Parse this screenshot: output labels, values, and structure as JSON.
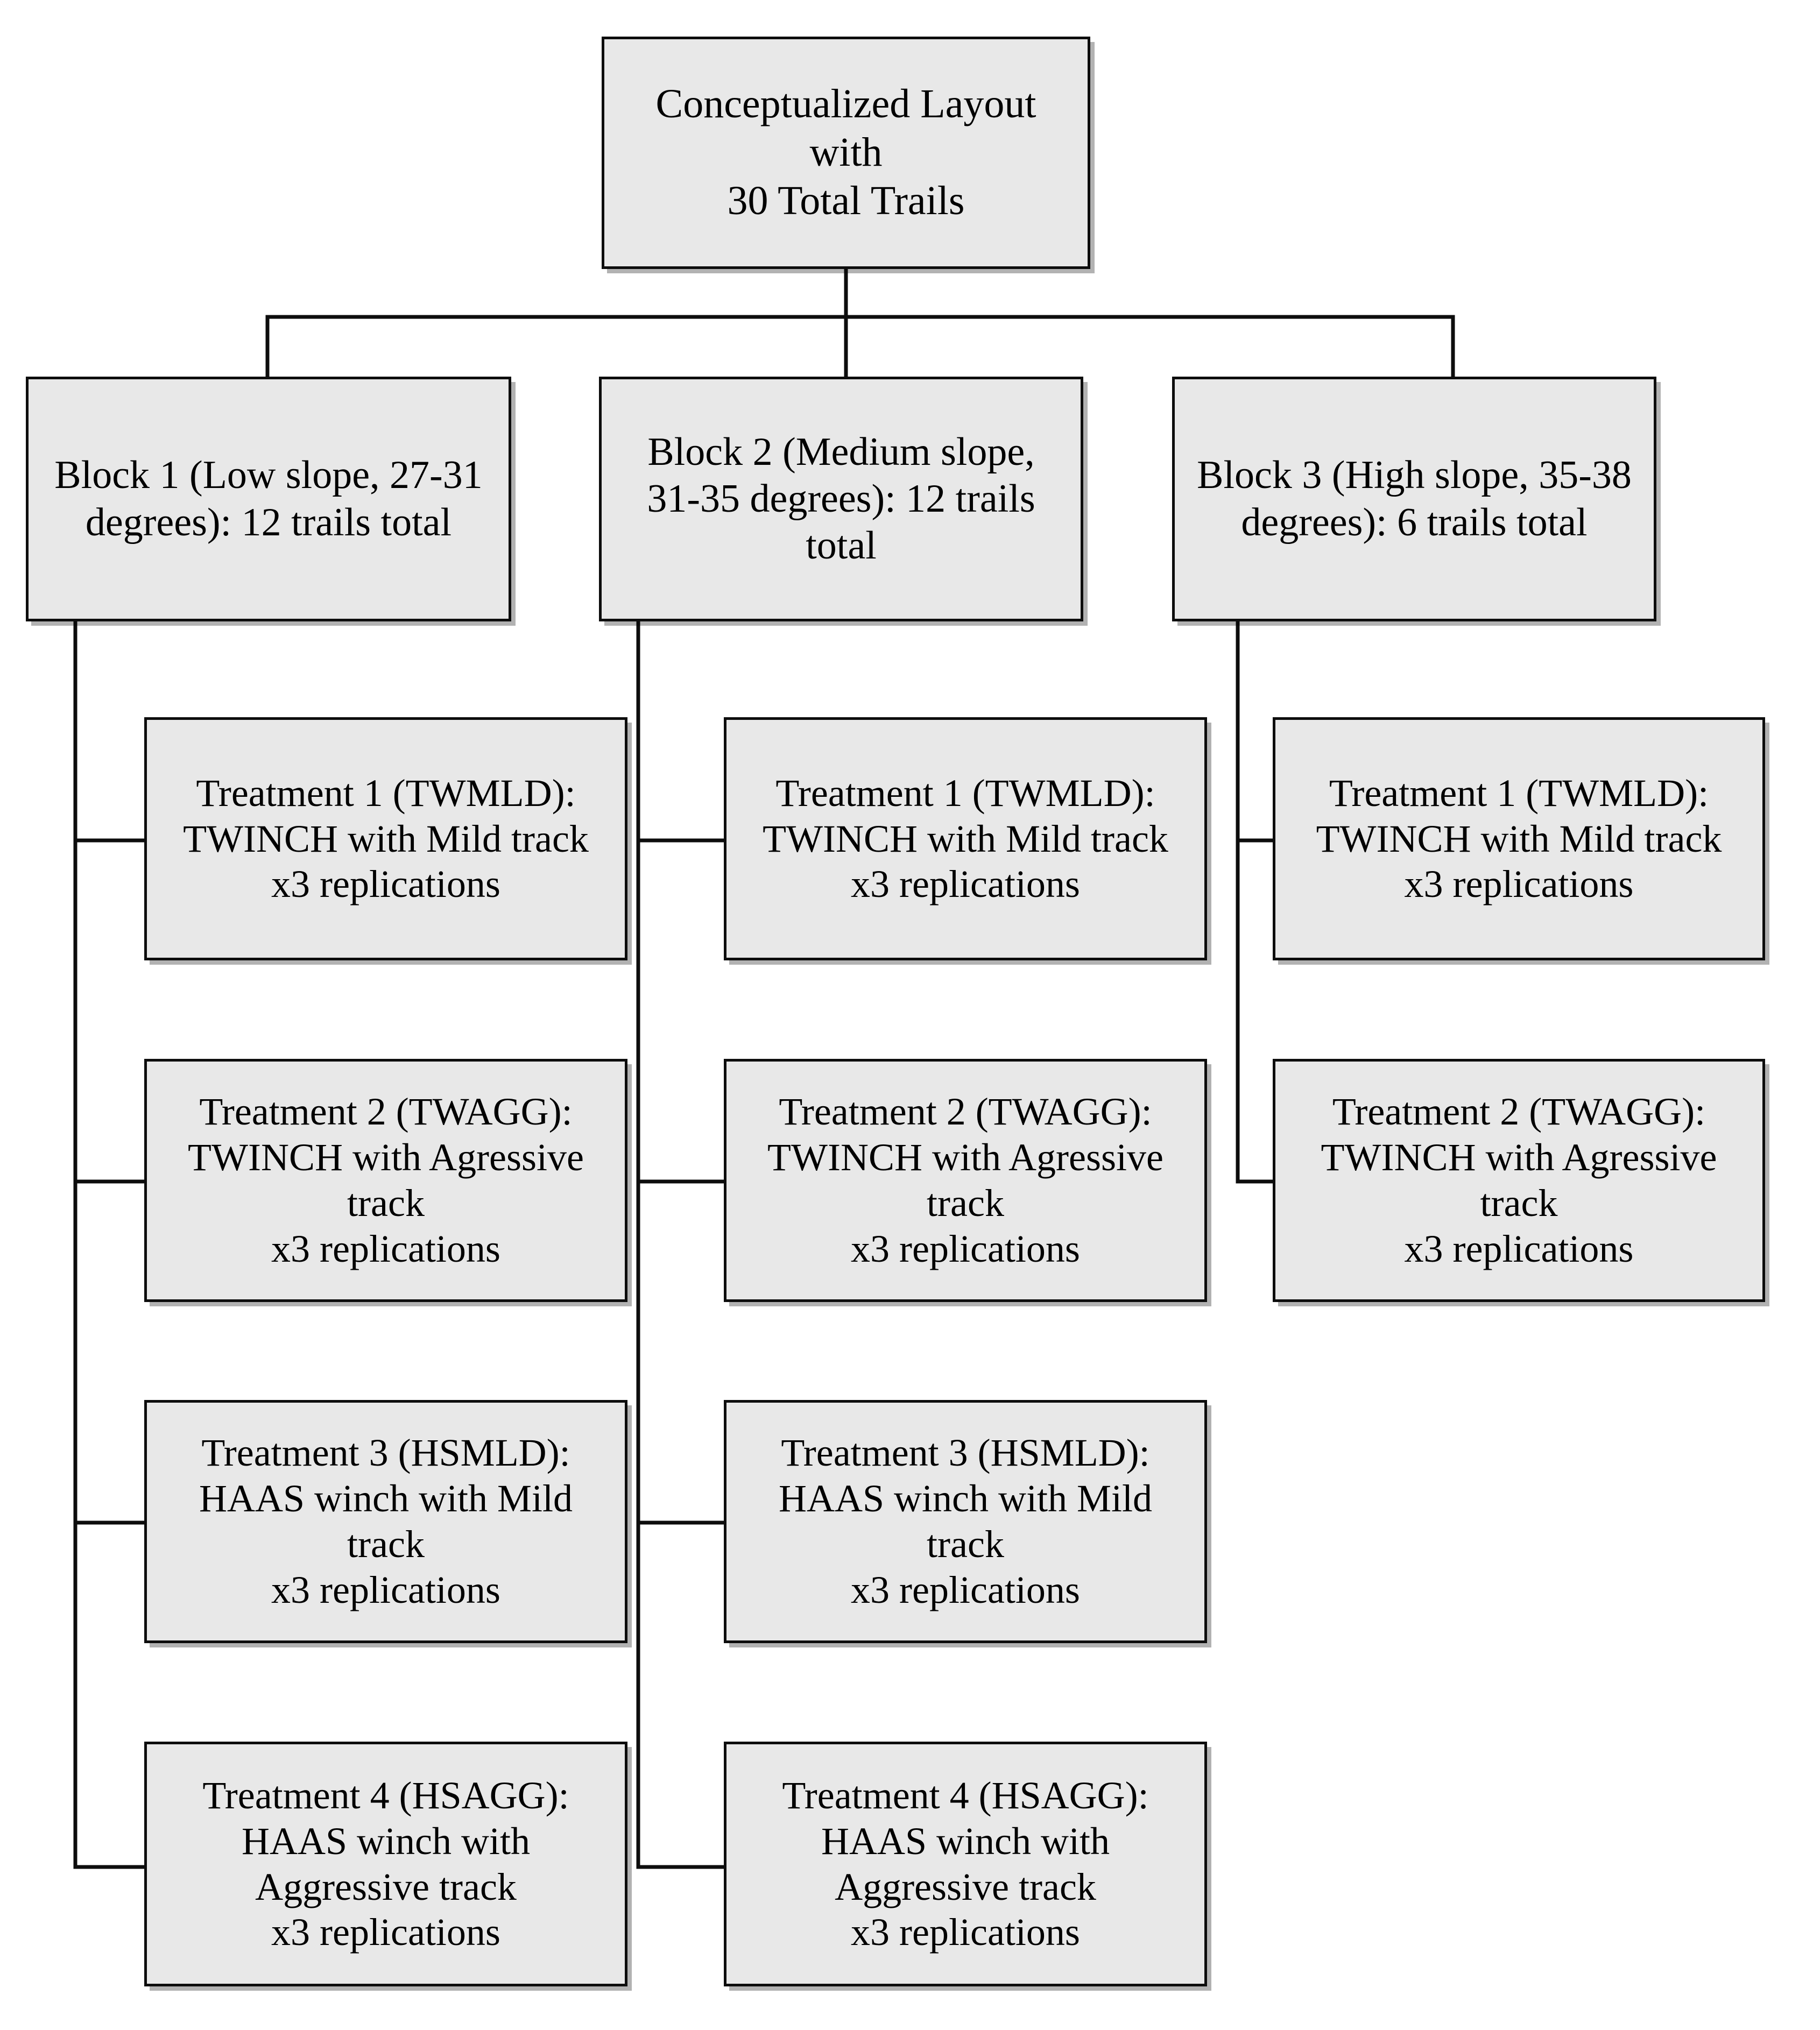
{
  "diagram": {
    "title": "Conceptualized Layout with 30 Total Trails",
    "type": "organizational-tree",
    "root": {
      "text": "Conceptualized Layout\nwith\n30 Total Trails",
      "total_trails": 30
    },
    "blocks": [
      {
        "id": "block-1",
        "text": "Block 1 (Low slope, 27-31\ndegrees): 12 trails total",
        "name": "Block 1",
        "slope_class": "Low slope",
        "slope_range_degrees": "27-31",
        "trails_total": 12,
        "treatments": [
          {
            "id": "treatment-1",
            "text": "Treatment 1 (TWMLD):\nTWINCH with Mild track\nx3 replications",
            "label": "Treatment 1",
            "code": "TWMLD",
            "description": "TWINCH with Mild track",
            "replications": 3
          },
          {
            "id": "treatment-2",
            "text": "Treatment 2 (TWAGG):\nTWINCH with Agressive\ntrack\nx3 replications",
            "label": "Treatment 2",
            "code": "TWAGG",
            "description": "TWINCH with Agressive track",
            "replications": 3
          },
          {
            "id": "treatment-3",
            "text": "Treatment 3 (HSMLD):\nHAAS winch with Mild\ntrack\nx3 replications",
            "label": "Treatment 3",
            "code": "HSMLD",
            "description": "HAAS winch with Mild track",
            "replications": 3
          },
          {
            "id": "treatment-4",
            "text": "Treatment 4 (HSAGG):\nHAAS winch with\nAggressive track\nx3 replications",
            "label": "Treatment 4",
            "code": "HSAGG",
            "description": "HAAS winch with Aggressive track",
            "replications": 3
          }
        ]
      },
      {
        "id": "block-2",
        "text": "Block 2 (Medium slope,\n31-35 degrees): 12 trails\ntotal",
        "name": "Block 2",
        "slope_class": "Medium slope",
        "slope_range_degrees": "31-35",
        "trails_total": 12,
        "treatments": [
          {
            "id": "treatment-1",
            "text": "Treatment 1 (TWMLD):\nTWINCH with Mild track\nx3 replications",
            "label": "Treatment 1",
            "code": "TWMLD",
            "description": "TWINCH with Mild track",
            "replications": 3
          },
          {
            "id": "treatment-2",
            "text": "Treatment 2 (TWAGG):\nTWINCH with Agressive\ntrack\nx3 replications",
            "label": "Treatment 2",
            "code": "TWAGG",
            "description": "TWINCH with Agressive track",
            "replications": 3
          },
          {
            "id": "treatment-3",
            "text": "Treatment 3 (HSMLD):\nHAAS winch with Mild\ntrack\nx3 replications",
            "label": "Treatment 3",
            "code": "HSMLD",
            "description": "HAAS winch with Mild track",
            "replications": 3
          },
          {
            "id": "treatment-4",
            "text": "Treatment 4 (HSAGG):\nHAAS winch with\nAggressive track\nx3 replications",
            "label": "Treatment 4",
            "code": "HSAGG",
            "description": "HAAS winch with Aggressive track",
            "replications": 3
          }
        ]
      },
      {
        "id": "block-3",
        "text": "Block 3 (High slope, 35-38\ndegrees): 6 trails total",
        "name": "Block 3",
        "slope_class": "High slope",
        "slope_range_degrees": "35-38",
        "trails_total": 6,
        "treatments": [
          {
            "id": "treatment-1",
            "text": "Treatment 1 (TWMLD):\nTWINCH with Mild track\nx3 replications",
            "label": "Treatment 1",
            "code": "TWMLD",
            "description": "TWINCH with Mild track",
            "replications": 3
          },
          {
            "id": "treatment-2",
            "text": "Treatment 2 (TWAGG):\nTWINCH with Agressive\ntrack\nx3 replications",
            "label": "Treatment 2",
            "code": "TWAGG",
            "description": "TWINCH with Agressive track",
            "replications": 3
          }
        ]
      }
    ],
    "colors": {
      "box_fill": "#e8e8e8",
      "box_border": "#0d0d0d",
      "line": "#0d0d0d",
      "text": "#000000",
      "background": "#ffffff"
    }
  }
}
